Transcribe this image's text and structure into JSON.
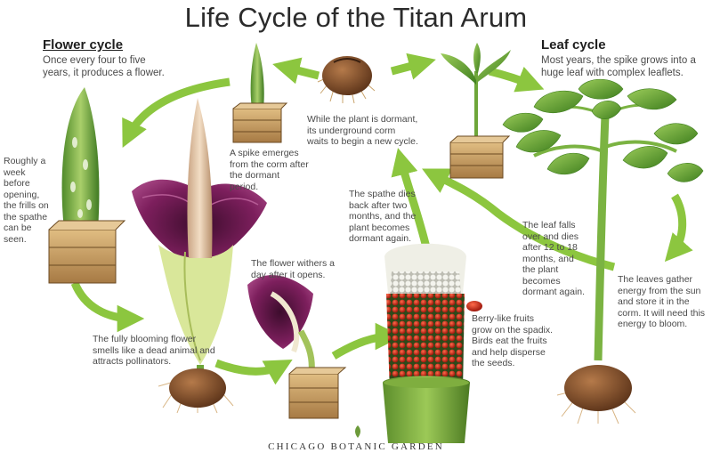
{
  "title": "Life Cycle of the Titan Arum",
  "flower_cycle": {
    "heading": "Flower cycle",
    "intro": "Once every four to five years, it produces a flower."
  },
  "leaf_cycle": {
    "heading": "Leaf cycle",
    "intro": "Most years, the spike grows into a huge leaf with complex leaflets."
  },
  "captions": {
    "dormant_corm": "While the plant is dormant, its underground corm waits to begin a new cycle.",
    "spike_emerges": "A spike emerges from the corm after the dormant period.",
    "frills": "Roughly a week before opening, the frills on the spathe can be seen.",
    "blooming": "The fully blooming flower smells like a dead animal and attracts pollinators.",
    "withers": "The flower withers a day after it opens.",
    "spathe_dies": "The spathe dies back after two months, and the plant becomes dormant again.",
    "berries": "Berry-like fruits grow on the spadix. Birds eat the fruits and help disperse the seeds.",
    "leaf_falls": "The leaf falls over and dies after 12 to 18 months, and the plant becomes dormant again.",
    "leaves_gather": "The leaves gather energy from the sun and store it in the corm. It will need this energy to bloom."
  },
  "footer": "CHICAGO BOTANIC GARDEN",
  "colors": {
    "arrow": "#8cc63f",
    "crate": "#c8a064",
    "corm": "#7a4a2a",
    "spathe": "#7a1f5a",
    "leaf": "#5e9e32",
    "berry": "#c0392b"
  }
}
